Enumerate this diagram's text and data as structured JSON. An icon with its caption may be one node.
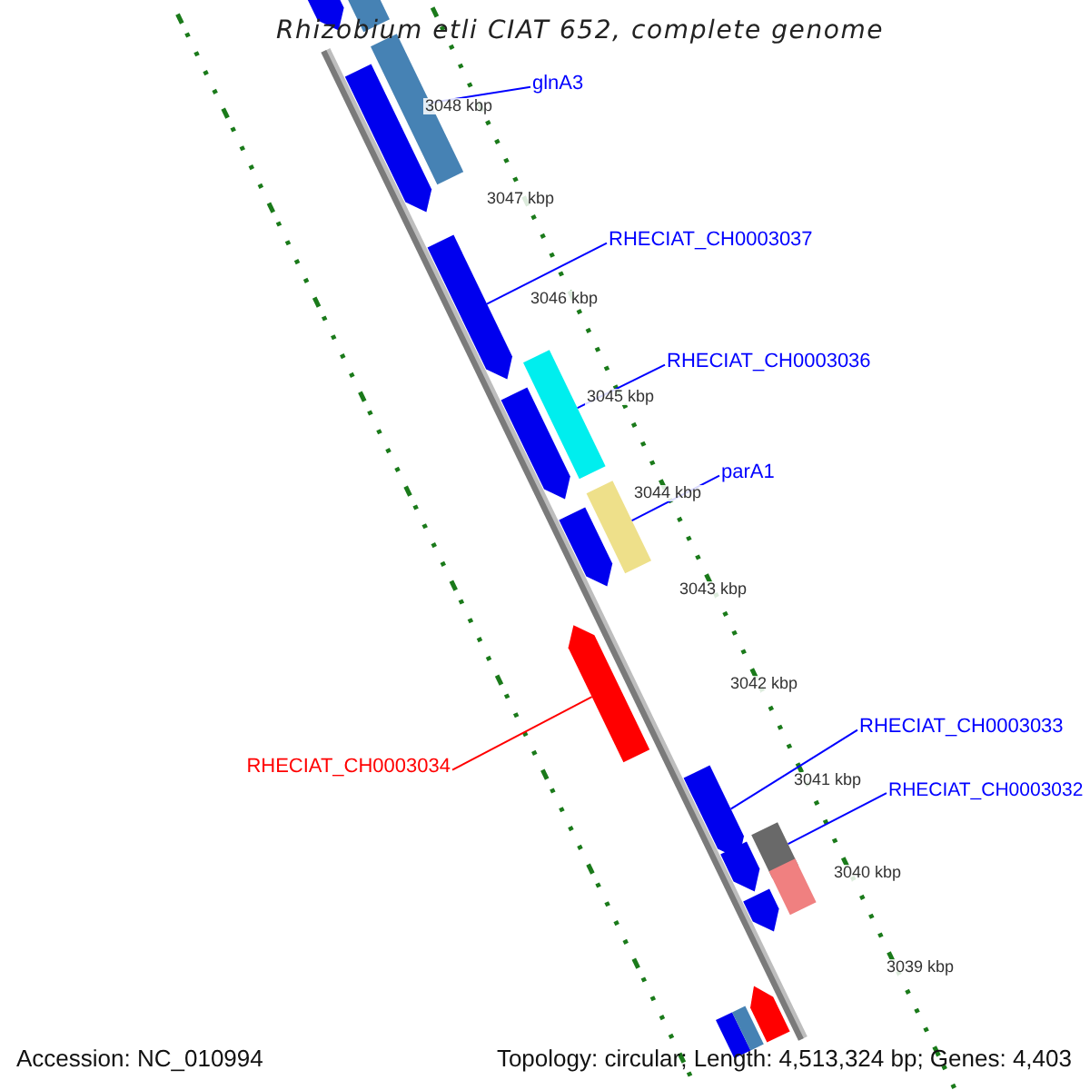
{
  "diagram": {
    "title": "Rhizobium etli CIAT 652, complete genome",
    "nodes": [
      {
        "text": [],
        "shape": "arrow"
      },
      {
        "text": [],
        "shape": "bar"
      },
      {
        "text": [
          "glnA3"
        ]
      },
      {
        "text": [],
        "shape": "arrow"
      },
      {
        "text": [],
        "shape": "bar"
      },
      {
        "text": [
          "RHECIAT_CH0003037"
        ]
      },
      {
        "text": [],
        "shape": "arrow"
      },
      {
        "text": [
          "RHECIAT_CH0003036"
        ]
      },
      {
        "text": [],
        "shape": "bar"
      },
      {
        "text": [],
        "shape": "arrow"
      },
      {
        "text": [
          "parA1"
        ]
      },
      {
        "text": [],
        "shape": "bar"
      },
      {
        "text": [],
        "shape": "arrow"
      },
      {
        "text": [],
        "shape": "arrow"
      },
      {
        "text": [
          "RHECIAT_CH0003034"
        ]
      },
      {
        "text": [
          "RHECIAT_CH0003033"
        ]
      },
      {
        "text": [],
        "shape": "arrow"
      },
      {
        "text": [
          "RHECIAT_CH0003032"
        ]
      },
      {
        "text": [],
        "shape": "bar"
      },
      {
        "text": [],
        "shape": "arrow"
      },
      {
        "text": [],
        "shape": "bar"
      },
      {
        "text": [],
        "shape": "arrow"
      },
      {
        "text": [],
        "shape": "arrow"
      },
      {
        "text": [],
        "shape": "bar"
      },
      {
        "text": [],
        "shape": "arrow"
      }
    ],
    "edges": [
      {
        "from": 2,
        "to": 4,
        "arrow": "none"
      },
      {
        "from": 5,
        "to": 6,
        "arrow": "none"
      },
      {
        "from": 7,
        "to": 8,
        "arrow": "none"
      },
      {
        "from": 10,
        "to": 11,
        "arrow": "none"
      },
      {
        "from": 14,
        "to": 13,
        "arrow": "none",
        "color": "#ff0000"
      },
      {
        "from": 15,
        "to": 16,
        "arrow": "none"
      },
      {
        "from": 17,
        "to": 18,
        "arrow": "none"
      }
    ],
    "labels": [
      "3048 kbp",
      "3047 kbp",
      "3046 kbp",
      "3045 kbp",
      "3044 kbp",
      "3043 kbp",
      "3042 kbp",
      "3041 kbp",
      "3040 kbp",
      "3039 kbp",
      "Accession: NC_010994",
      "Topology: circular; Length: 4,513,324 bp; Genes: 4,403"
    ]
  }
}
